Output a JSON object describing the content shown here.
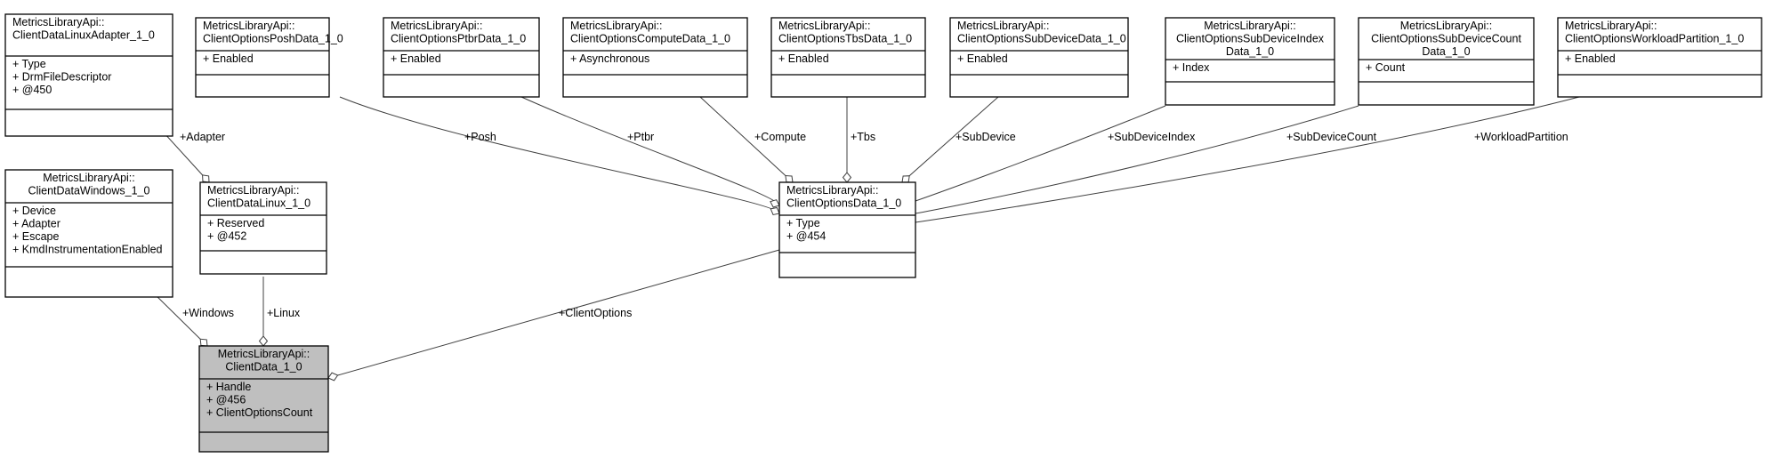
{
  "classes": {
    "client_data_linux_adapter": {
      "title": [
        "MetricsLibraryApi::",
        "ClientDataLinuxAdapter_1_0"
      ],
      "attributes": [
        "+ Type",
        "+ DrmFileDescriptor",
        "+ @450"
      ]
    },
    "client_data_windows": {
      "title": [
        "MetricsLibraryApi::",
        "ClientDataWindows_1_0"
      ],
      "attributes": [
        "+ Device",
        "+ Adapter",
        "+ Escape",
        "+ KmdInstrumentationEnabled"
      ]
    },
    "client_data_linux": {
      "title": [
        "MetricsLibraryApi::",
        "ClientDataLinux_1_0"
      ],
      "attributes": [
        "+ Reserved",
        "+ @452"
      ]
    },
    "client_data": {
      "title": [
        "MetricsLibraryApi::",
        "ClientData_1_0"
      ],
      "attributes": [
        "+ Handle",
        "+ @456",
        "+ ClientOptionsCount"
      ]
    },
    "client_options_data": {
      "title": [
        "MetricsLibraryApi::",
        "ClientOptionsData_1_0"
      ],
      "attributes": [
        "+ Type",
        "+ @454"
      ]
    },
    "client_options_posh_data": {
      "title": [
        "MetricsLibraryApi::",
        "ClientOptionsPoshData_1_0"
      ],
      "attributes": [
        "+ Enabled"
      ]
    },
    "client_options_ptbr_data": {
      "title": [
        "MetricsLibraryApi::",
        "ClientOptionsPtbrData_1_0"
      ],
      "attributes": [
        "+ Enabled"
      ]
    },
    "client_options_compute_data": {
      "title": [
        "MetricsLibraryApi::",
        "ClientOptionsComputeData_1_0"
      ],
      "attributes": [
        "+ Asynchronous"
      ]
    },
    "client_options_tbs_data": {
      "title": [
        "MetricsLibraryApi::",
        "ClientOptionsTbsData_1_0"
      ],
      "attributes": [
        "+ Enabled"
      ]
    },
    "client_options_sub_device_data": {
      "title": [
        "MetricsLibraryApi::",
        "ClientOptionsSubDeviceData_1_0"
      ],
      "attributes": [
        "+ Enabled"
      ]
    },
    "client_options_sub_device_index_data": {
      "title": [
        "MetricsLibraryApi::",
        "ClientOptionsSubDeviceIndex",
        "Data_1_0"
      ],
      "attributes": [
        "+ Index"
      ]
    },
    "client_options_sub_device_count_data": {
      "title": [
        "MetricsLibraryApi::",
        "ClientOptionsSubDeviceCount",
        "Data_1_0"
      ],
      "attributes": [
        "+ Count"
      ]
    },
    "client_options_workload_partition": {
      "title": [
        "MetricsLibraryApi::",
        "ClientOptionsWorkloadPartition_1_0"
      ],
      "attributes": [
        "+ Enabled"
      ]
    }
  },
  "edges": {
    "adapter": "+Adapter",
    "windows": "+Windows",
    "linux": "+Linux",
    "client_options": "+ClientOptions",
    "posh": "+Posh",
    "ptbr": "+Ptbr",
    "compute": "+Compute",
    "tbs": "+Tbs",
    "sub_device": "+SubDevice",
    "sub_device_index": "+SubDeviceIndex",
    "sub_device_count": "+SubDeviceCount",
    "workload_partition": "+WorkloadPartition"
  },
  "colors": {
    "highlight_fill": "#bfbfbf",
    "box_fill": "#ffffff",
    "stroke": "#000000",
    "edge_stroke": "#404040"
  }
}
